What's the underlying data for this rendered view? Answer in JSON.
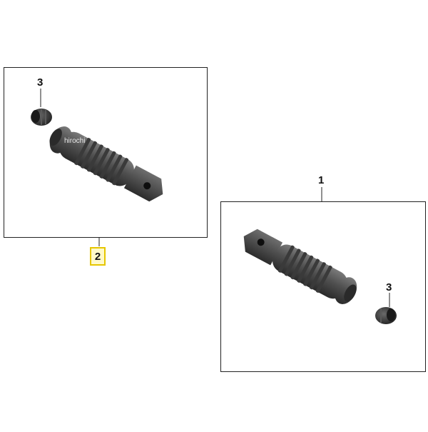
{
  "callouts": {
    "top_left_cap": "3",
    "top_left_group": "2",
    "right_group": "1",
    "right_cap": "3"
  },
  "watermark": "hirochi",
  "colors": {
    "frame": "#222222",
    "highlight_border": "#e6c600",
    "highlight_fill": "#fff9c9",
    "part": "#4a4a4a"
  }
}
